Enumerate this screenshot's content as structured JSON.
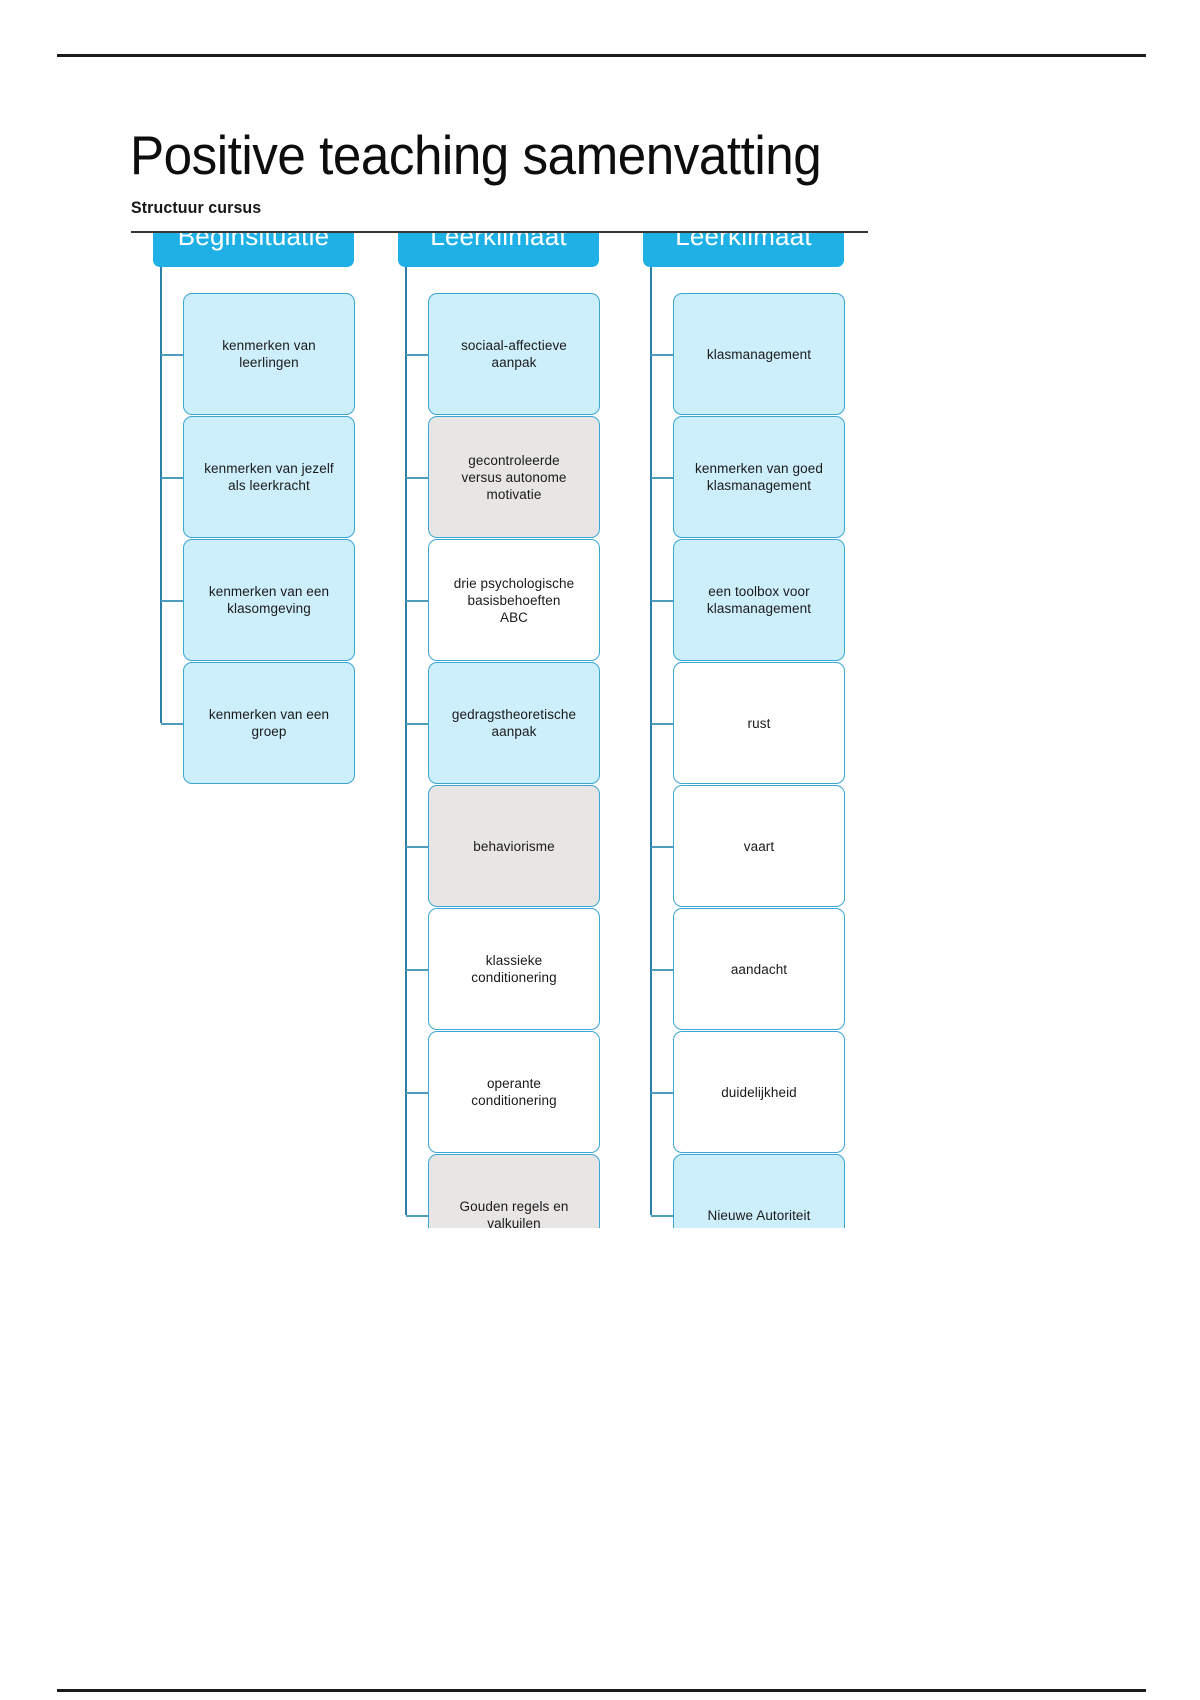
{
  "document": {
    "title": "Positive teaching samenvatting",
    "subtitle": "Structuur cursus"
  },
  "theme": {
    "header_bg": "#1fb1e6",
    "header_text": "#ffffff",
    "node_border": "#3aa6d4",
    "node_fill_blue": "#cdeffc",
    "node_fill_grey": "#e7e6e4",
    "node_fill_white": "#ffffff",
    "connector": "#2b7fa8",
    "rule": "#1c1c1c",
    "page_bg": "#ffffff"
  },
  "diagram": {
    "type": "org-chart",
    "clipped_bottom": true,
    "columns": [
      {
        "header": "Beginsituatie",
        "nodes": [
          {
            "label": "kenmerken van\nleerlingen",
            "fill": "blue"
          },
          {
            "label": "kenmerken van jezelf\nals leerkracht",
            "fill": "blue"
          },
          {
            "label": "kenmerken van een\nklasomgeving",
            "fill": "blue"
          },
          {
            "label": "kenmerken van een\ngroep",
            "fill": "blue"
          }
        ]
      },
      {
        "header": "Leerklimaat",
        "nodes": [
          {
            "label": "sociaal-affectieve\naanpak",
            "fill": "blue"
          },
          {
            "label": "gecontroleerde\nversus autonome\nmotivatie",
            "fill": "grey"
          },
          {
            "label": "drie psychologische\nbasisbehoeften\nABC",
            "fill": "white"
          },
          {
            "label": "gedragstheoretische\naanpak",
            "fill": "blue"
          },
          {
            "label": "behaviorisme",
            "fill": "grey"
          },
          {
            "label": "klassieke\nconditionering",
            "fill": "white"
          },
          {
            "label": "operante\nconditionering",
            "fill": "white"
          },
          {
            "label": "Gouden regels en\nvalkuilen",
            "fill": "grey"
          }
        ]
      },
      {
        "header": "Leerklimaat",
        "nodes": [
          {
            "label": "klasmanagement",
            "fill": "blue"
          },
          {
            "label": "kenmerken van goed\nklasmanagement",
            "fill": "blue"
          },
          {
            "label": "een toolbox voor\nklasmanagement",
            "fill": "blue"
          },
          {
            "label": "rust",
            "fill": "white"
          },
          {
            "label": "vaart",
            "fill": "white"
          },
          {
            "label": "aandacht",
            "fill": "white"
          },
          {
            "label": "duidelijkheid",
            "fill": "white"
          },
          {
            "label": "Nieuwe Autoriteit",
            "fill": "blue"
          }
        ]
      }
    ]
  }
}
